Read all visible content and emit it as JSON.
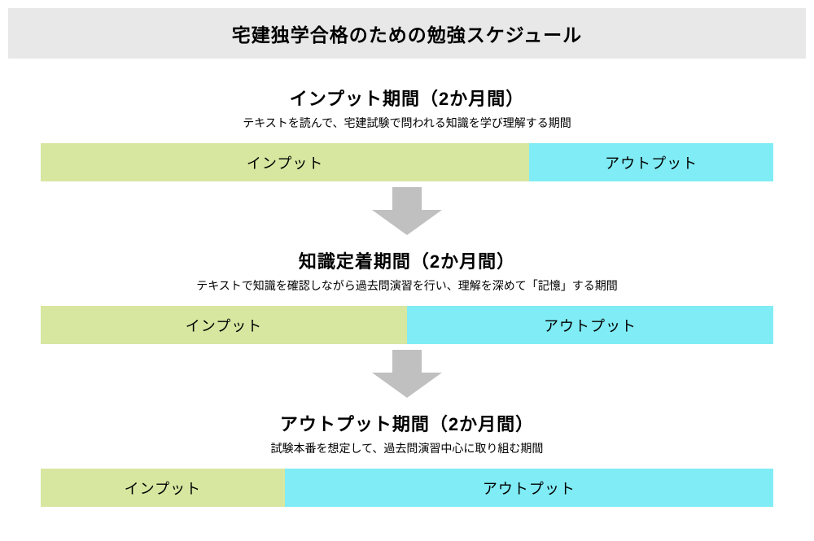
{
  "title": "宅建独学合格のための勉強スケジュール",
  "colors": {
    "banner_bg": "#e8e8e8",
    "input_fill": "#d7e7a0",
    "output_fill": "#80ecf5",
    "arrow": "#c0c0c0",
    "text": "#000000"
  },
  "sections": [
    {
      "heading": "インプット期間（2か月間）",
      "description": "テキストを読んで、宅建試験で問われる知識を学び理解する期間",
      "bar": {
        "input_label": "インプット",
        "output_label": "アウトプット",
        "input_pct": 66.7,
        "output_pct": 33.3
      }
    },
    {
      "heading": "知識定着期間（2か月間）",
      "description": "テキストで知識を確認しながら過去問演習を行い、理解を深めて「記憶」する期間",
      "bar": {
        "input_label": "インプット",
        "output_label": "アウトプット",
        "input_pct": 50,
        "output_pct": 50
      }
    },
    {
      "heading": "アウトプット期間（2か月間）",
      "description": "試験本番を想定して、過去問演習中心に取り組む期間",
      "bar": {
        "input_label": "インプット",
        "output_label": "アウトプット",
        "input_pct": 33.3,
        "output_pct": 66.7
      }
    }
  ]
}
